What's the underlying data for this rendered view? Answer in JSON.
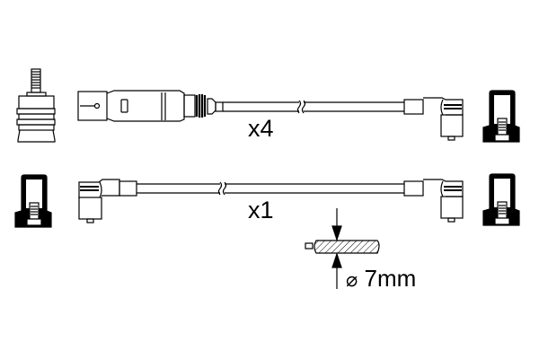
{
  "diagram": {
    "type": "ignition-cable-set",
    "rows": [
      {
        "quantity_label": "x4",
        "left_end": "straight-spark-plug-connector",
        "right_end": "angled-coil-connector",
        "left_terminal": "spark-plug-terminal",
        "right_terminal": "coil-tower-terminal"
      },
      {
        "quantity_label": "x1",
        "left_end": "angled-connector",
        "right_end": "angled-connector",
        "left_terminal": "coil-tower-terminal",
        "right_terminal": "coil-tower-terminal"
      }
    ],
    "cable_spec": {
      "diameter_symbol": "⌀",
      "diameter_value": "7mm"
    },
    "colors": {
      "line": "#000000",
      "background": "#ffffff"
    }
  }
}
